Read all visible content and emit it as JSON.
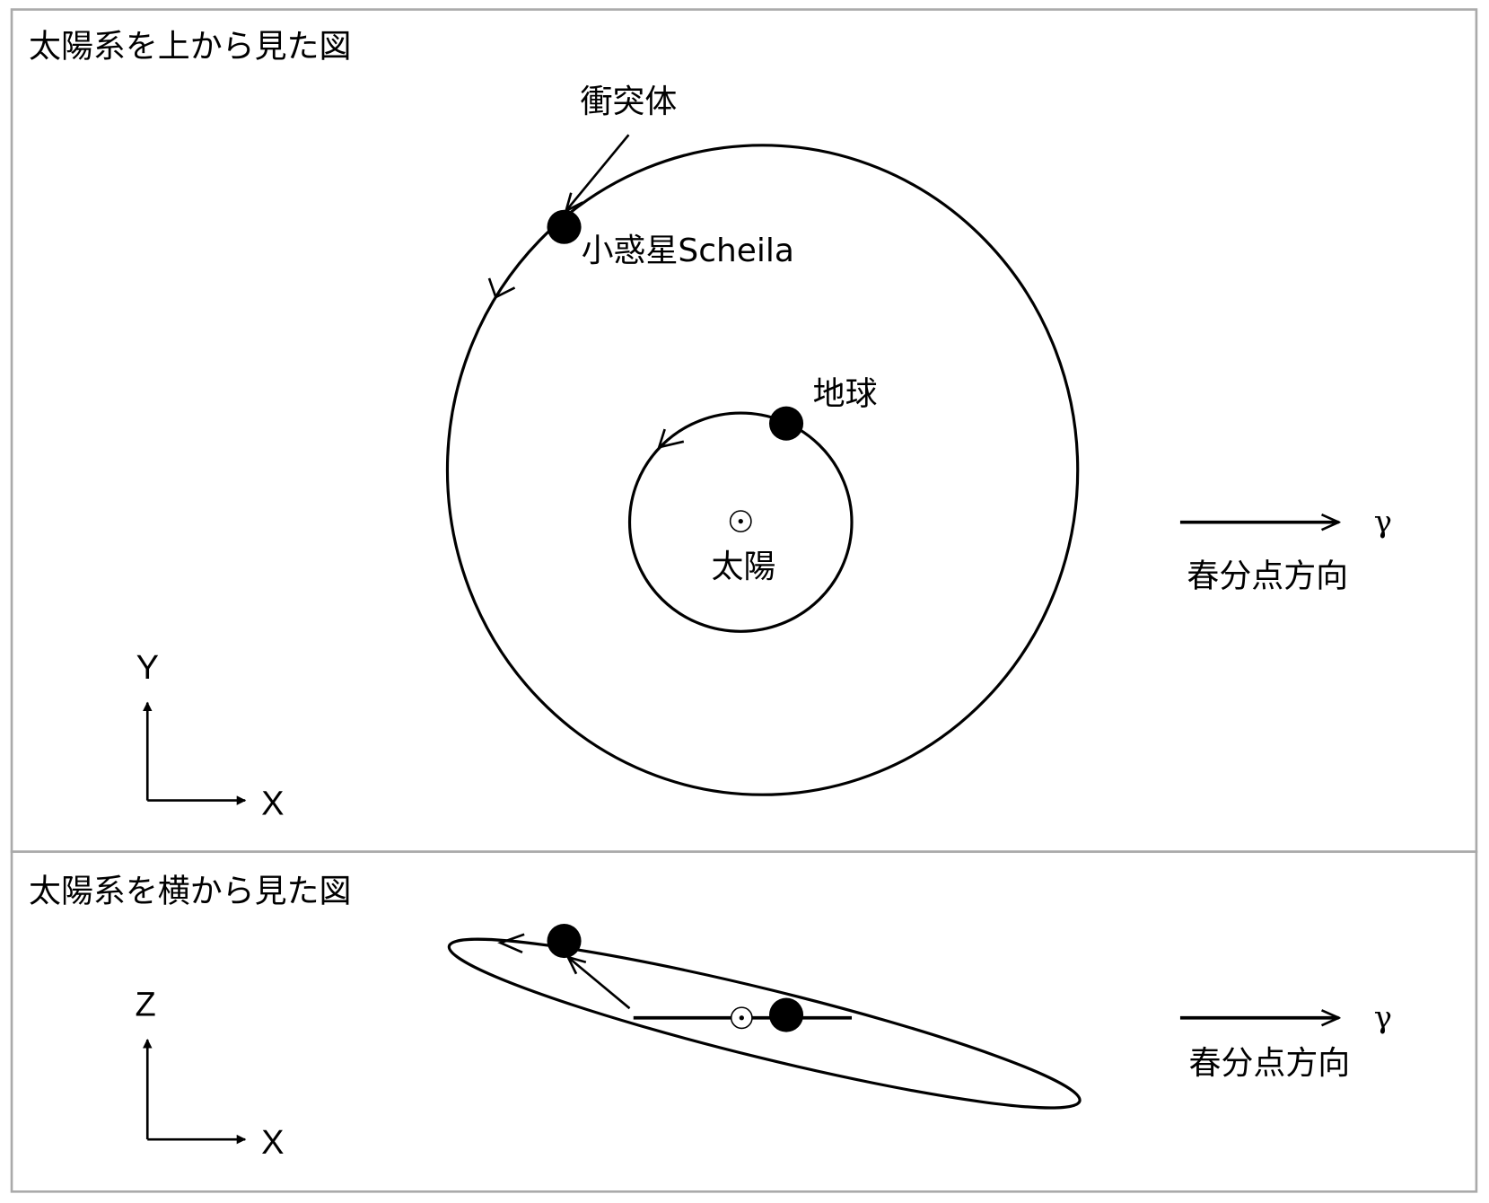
{
  "top_panel": {
    "title": "太陽系を上から見た図",
    "impactor_label": "衝突体",
    "asteroid_label": "小惑星Scheila",
    "earth_label": "地球",
    "sun_label": "太陽",
    "gamma_symbol": "γ",
    "vernal_equinox_label": "春分点方向",
    "axis_y": "Y",
    "axis_x": "X"
  },
  "bottom_panel": {
    "title": "太陽系を横から見た図",
    "gamma_symbol": "γ",
    "vernal_equinox_label": "春分点方向",
    "axis_z": "Z",
    "axis_x": "X"
  },
  "colors": {
    "border": "#aaaaaa",
    "ink": "#000000"
  }
}
